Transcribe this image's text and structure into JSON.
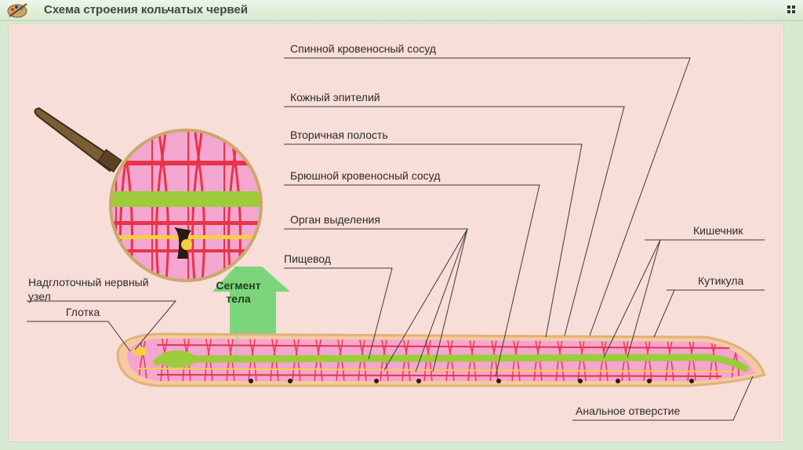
{
  "window": {
    "title": "Схема строения кольчатых червей"
  },
  "labels": {
    "dorsal_vessel": "Спинной кровеносный сосуд",
    "skin_epithelium": "Кожный эпителий",
    "secondary_cavity": "Вторичная полость",
    "ventral_vessel": "Брюшной кровеносный сосуд",
    "excretory_organ": "Орган выделения",
    "esophagus": "Пищевод",
    "supraglottic_ganglion_1": "Надглоточный нервный",
    "supraglottic_ganglion_2": "узел",
    "pharynx": "Глотка",
    "intestine": "Кишечник",
    "cuticle": "Кутикула",
    "anal_opening": "Анальное отверстие",
    "segment_1": "Сегмент",
    "segment_2": "тела"
  },
  "colors": {
    "panel_bg": "#f8ded8",
    "body_pink": "#f3a6cf",
    "body_edge": "#e8c48f",
    "vessel_red": "#e8334a",
    "gut_green": "#9ccc3a",
    "nerve_yellow": "#f4d03f",
    "arrow_green": "#66d36a"
  }
}
